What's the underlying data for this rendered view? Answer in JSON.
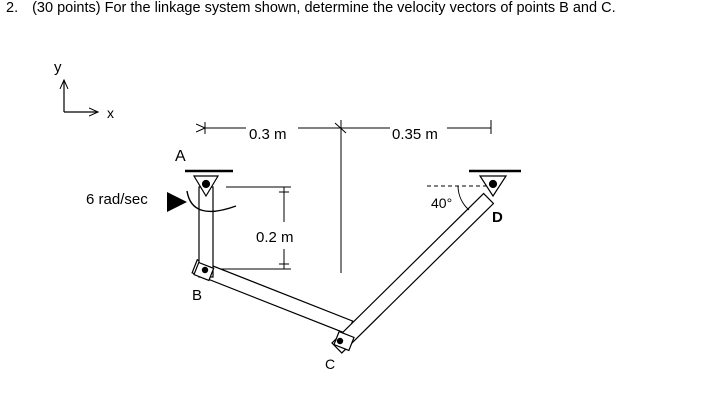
{
  "question": {
    "number": "2.",
    "text": "(30 points) For the linkage system shown, determine the velocity vectors of points B and C."
  },
  "axes": {
    "y_label": "y",
    "x_label": "x"
  },
  "labels": {
    "point_a": "A",
    "point_b": "B",
    "point_c": "C",
    "point_d": "D",
    "omega": "6 rad/sec",
    "dim_ac": "0.3 m",
    "dim_cd": "0.35 m",
    "dim_ab": "0.2 m",
    "angle_d": "40°"
  }
}
